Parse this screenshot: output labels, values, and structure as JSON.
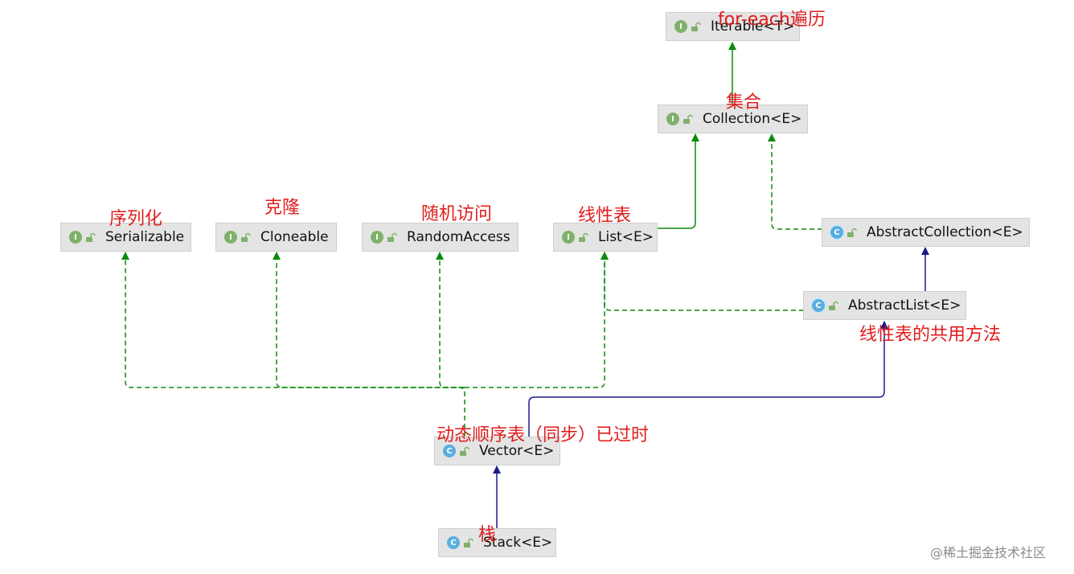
{
  "nodes": {
    "iterable": {
      "name": "Iterable<T>",
      "kind": "interface",
      "badge": "I"
    },
    "collection": {
      "name": "Collection<E>",
      "kind": "interface",
      "badge": "I"
    },
    "serializable": {
      "name": "Serializable",
      "kind": "interface",
      "badge": "I"
    },
    "cloneable": {
      "name": "Cloneable",
      "kind": "interface",
      "badge": "I"
    },
    "random_access": {
      "name": "RandomAccess",
      "kind": "interface",
      "badge": "I"
    },
    "list": {
      "name": "List<E>",
      "kind": "interface",
      "badge": "I"
    },
    "abstract_collection": {
      "name": "AbstractCollection<E>",
      "kind": "abstract-class",
      "badge": "C"
    },
    "abstract_list": {
      "name": "AbstractList<E>",
      "kind": "abstract-class",
      "badge": "C"
    },
    "vector": {
      "name": "Vector<E>",
      "kind": "class",
      "badge": "C"
    },
    "stack": {
      "name": "Stack<E>",
      "kind": "class",
      "badge": "C"
    }
  },
  "annotations": {
    "iterable": "for-each遍历",
    "collection": "集合",
    "serializable": "序列化",
    "cloneable": "克隆",
    "random_access": "随机访问",
    "list": "线性表",
    "abstract_list": "线性表的共用方法",
    "vector": "动态顺序表（同步）已过时",
    "stack": "栈"
  },
  "edges": [
    {
      "from": "collection",
      "to": "iterable",
      "type": "extends"
    },
    {
      "from": "list",
      "to": "collection",
      "type": "extends"
    },
    {
      "from": "abstract_collection",
      "to": "collection",
      "type": "implements"
    },
    {
      "from": "abstract_list",
      "to": "abstract_collection",
      "type": "extends-class"
    },
    {
      "from": "abstract_list",
      "to": "list",
      "type": "implements"
    },
    {
      "from": "vector",
      "to": "abstract_list",
      "type": "extends-class"
    },
    {
      "from": "vector",
      "to": "serializable",
      "type": "implements"
    },
    {
      "from": "vector",
      "to": "cloneable",
      "type": "implements"
    },
    {
      "from": "vector",
      "to": "random_access",
      "type": "implements"
    },
    {
      "from": "vector",
      "to": "list",
      "type": "implements"
    },
    {
      "from": "stack",
      "to": "vector",
      "type": "extends-class"
    }
  ],
  "colors": {
    "interface_extends": "#0a8a0a",
    "implements": "#0a8a0a",
    "class_extends": "#1a1a8c",
    "annotation": "#e01d1d"
  },
  "watermark": "@稀土掘金技术社区"
}
